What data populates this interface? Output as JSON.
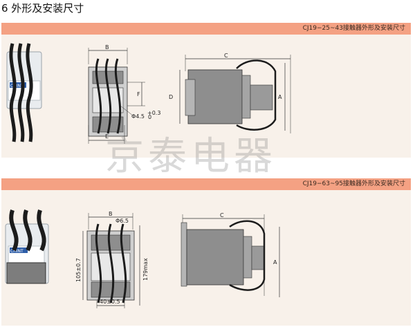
{
  "page": {
    "title": "6 外形及安装尺寸"
  },
  "section1": {
    "header": "CJ19−25~43接触器外形及安装尺寸",
    "photo_brand": "CHINT",
    "dims": {
      "b": "B",
      "f": "F",
      "e": "E",
      "hole": "Φ4.5",
      "hole_tol": "+0.3",
      "hole_tol2": "0",
      "c": "C",
      "d": "D",
      "a": "A"
    }
  },
  "section2": {
    "header": "CJ19−63~95接触器外形及安装尺寸",
    "photo_brand": "CHINT",
    "dims": {
      "b": "B",
      "hole": "Φ6.5",
      "v105": "105±0.7",
      "v179": "179max",
      "h40": "40±0.5",
      "c": "C",
      "a": "A"
    }
  },
  "watermark": "京泰电器",
  "colors": {
    "header_band": "#f4a183",
    "panel_bg": "#f8f1ea",
    "body_gray": "#8e8e8e",
    "wire": "#1c1c1c"
  }
}
